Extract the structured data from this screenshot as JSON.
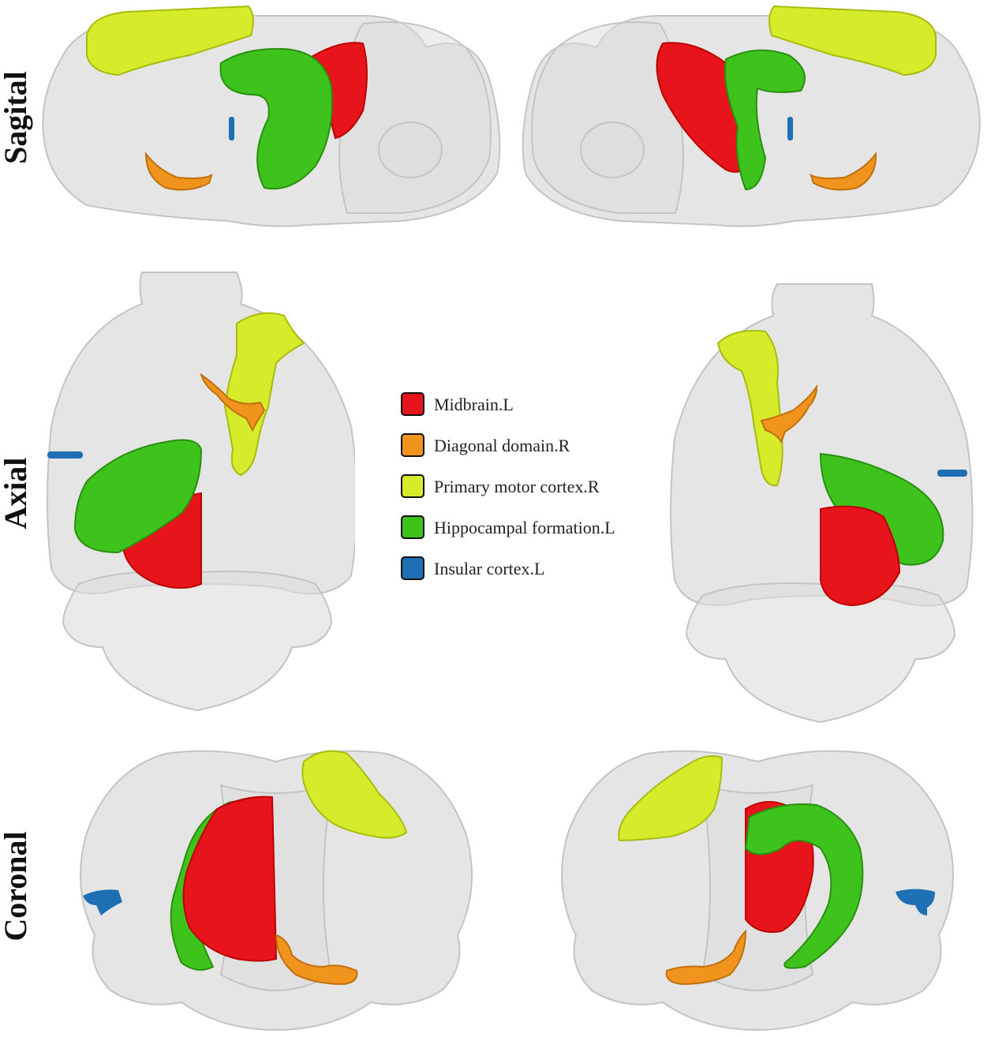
{
  "row_labels": {
    "sagittal": "Sagital",
    "axial": "Axial",
    "coronal": "Coronal"
  },
  "legend": [
    {
      "label": "Midbrain.L",
      "color": "#e8141c"
    },
    {
      "label": "Diagonal domain.R",
      "color": "#f0941e"
    },
    {
      "label": "Primary motor cortex.R",
      "color": "#d6ec2a"
    },
    {
      "label": "Hippocampal formation.L",
      "color": "#3ec21c"
    },
    {
      "label": "Insular cortex.L",
      "color": "#1f6fb4"
    }
  ],
  "colors": {
    "brain": "#d9d9d9",
    "brain_edge": "#bdbdbd"
  }
}
